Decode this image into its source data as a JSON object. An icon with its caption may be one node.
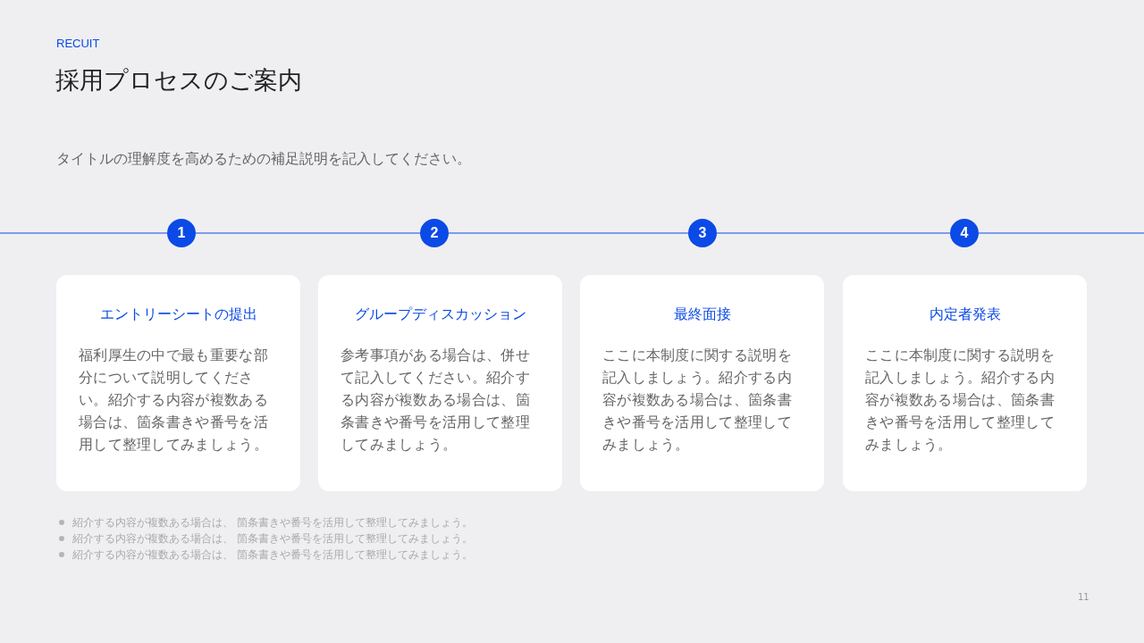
{
  "diagram": {
    "title": "採用プロセスのご案内",
    "nodes": [
      {
        "text": [
          "1"
        ]
      },
      {
        "text": [
          "2"
        ]
      },
      {
        "text": [
          "3"
        ]
      },
      {
        "text": [
          "4"
        ]
      },
      {
        "text": [
          "エントリーシートの提出",
          "福利厚生の中で最も重要な部分について説明してください。紹介する内容が複数ある場合は、箇条書きや番号を活用して整理してみましょう。"
        ]
      },
      {
        "text": [
          "グループディスカッション",
          "参考事項がある場合は、併せて記入してください。紹介する内容が複数ある場合は、箇条書きや番号を活用して整理してみましょう。"
        ]
      },
      {
        "text": [
          "最終面接",
          "ここに本制度に関する説明を記入しましょう。紹介する内容が複数ある場合は、箇条書きや番号を活用して整理してみましょう。"
        ]
      },
      {
        "text": [
          "内定者発表",
          "ここに本制度に関する説明を記入しましょう。紹介する内容が複数ある場合は、箇条書きや番号を活用して整理してみましょう。"
        ]
      }
    ],
    "edges": [
      {
        "from": null,
        "to": 0,
        "arrow": "none"
      },
      {
        "from": 0,
        "to": 1,
        "arrow": "none"
      },
      {
        "from": 1,
        "to": 2,
        "arrow": "none"
      },
      {
        "from": 2,
        "to": 3,
        "arrow": "none"
      },
      {
        "from": 3,
        "to": null,
        "arrow": "none"
      }
    ],
    "labels": [
      "RECUIT",
      "タイトルの理解度を高めるための補足説明を記入してください。",
      "紹介する内容が複数ある場合は、 箇条書きや番号を活用して整理してみましょう。",
      "紹介する内容が複数ある場合は、 箇条書きや番号を活用して整理してみましょう。",
      "紹介する内容が複数ある場合は、 箇条書きや番号を活用して整理してみましょう。",
      "11"
    ]
  }
}
